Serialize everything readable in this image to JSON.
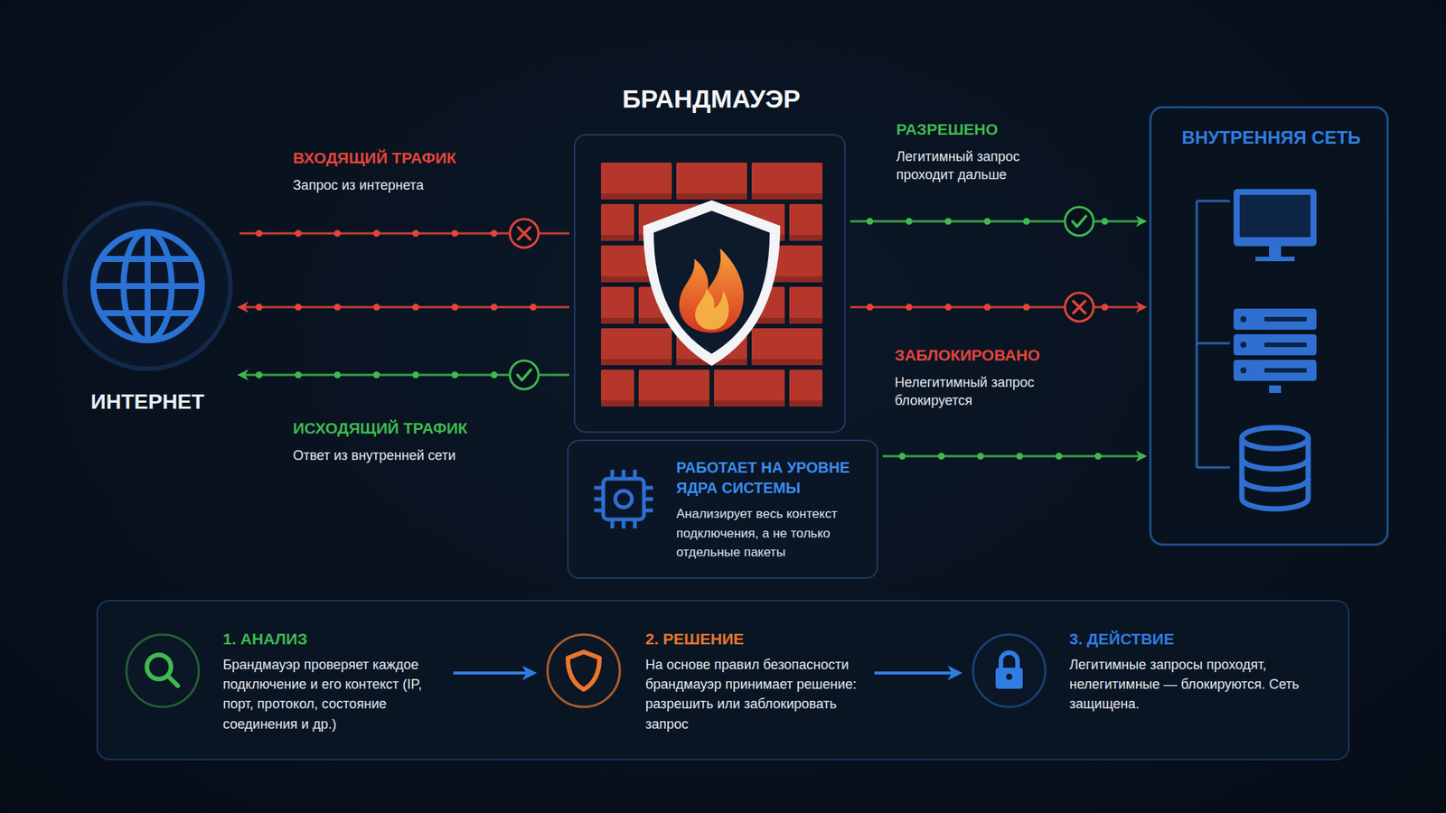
{
  "diagram": {
    "nodes": [
      {
        "text": [
          "ИНТЕРНЕТ"
        ]
      },
      {
        "text": [
          "БРАНДМАУЭР"
        ]
      },
      {
        "text": [
          "РАБОТАЕТ НА УРОВНЕ ЯДРА СИСТЕМЫ",
          "Анализирует весь контекст подключения, а не только отдельные пакеты"
        ]
      },
      {
        "text": [
          "ВНУТРЕННЯЯ СЕТЬ"
        ]
      },
      {
        "text": [
          "1. АНАЛИЗ",
          "Брандмауэр проверяет каждое подключение и его контекст (IP, порт, протокол, состояние соединения и др.)"
        ]
      },
      {
        "text": [
          "2. РЕШЕНИЕ",
          "На основе правил безопасности брандмауэр принимает решение: разрешить или заблокировать запрос"
        ]
      },
      {
        "text": [
          "3. ДЕЙСТВИЕ",
          "Легитимные запросы проходят, нелегитимные — блокируются. Сеть защищена."
        ]
      }
    ],
    "edges": [
      {
        "from": 0,
        "to": 1,
        "arrow": "none"
      },
      {
        "from": 1,
        "to": 0,
        "arrow": "to"
      },
      {
        "from": 1,
        "to": 0,
        "arrow": "to"
      },
      {
        "from": 1,
        "to": 3,
        "arrow": "to"
      },
      {
        "from": 1,
        "to": 3,
        "arrow": "to"
      },
      {
        "from": 2,
        "to": 3,
        "arrow": "to"
      },
      {
        "from": 4,
        "to": 5,
        "arrow": "to"
      },
      {
        "from": 5,
        "to": 6,
        "arrow": "to"
      }
    ],
    "labels": [
      "ВХОДЯЩИЙ ТРАФИК",
      "Запрос из интернета",
      "ИСХОДЯЩИЙ ТРАФИК",
      "Ответ из внутренней сети",
      "РАЗРЕШЕНО",
      "Легитимный запрос проходит дальше",
      "ЗАБЛОКИРОВАНО",
      "Нелегитимный запрос блокируется"
    ]
  }
}
